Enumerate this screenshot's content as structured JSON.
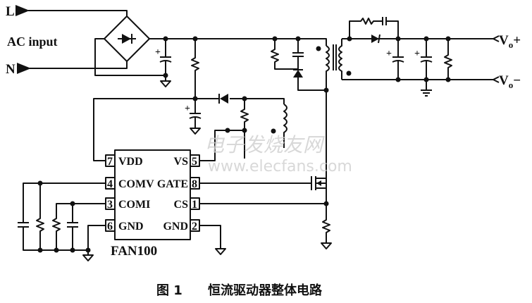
{
  "labels": {
    "line": "L",
    "neutral": "N",
    "ac_input": "AC input",
    "vo_plus": "V",
    "vo_plus_sub": "o",
    "vo_plus_sign": "+",
    "vo_minus": "V",
    "vo_minus_sub": "o",
    "vo_minus_sign": "−"
  },
  "ic": {
    "name": "FAN100",
    "left_pins": [
      {
        "num": "7",
        "label": "VDD"
      },
      {
        "num": "4",
        "label": "COMV"
      },
      {
        "num": "3",
        "label": "COMI"
      },
      {
        "num": "6",
        "label": "GND"
      }
    ],
    "right_pins": [
      {
        "num": "5",
        "label": "VS"
      },
      {
        "num": "8",
        "label": "GATE"
      },
      {
        "num": "1",
        "label": "CS"
      },
      {
        "num": "2",
        "label": "GND"
      }
    ]
  },
  "caption": {
    "fig": "图 1",
    "title": "恒流驱动器整体电路"
  },
  "watermark": {
    "cn": "电子发烧友网",
    "url": "www.elecfans.com"
  }
}
